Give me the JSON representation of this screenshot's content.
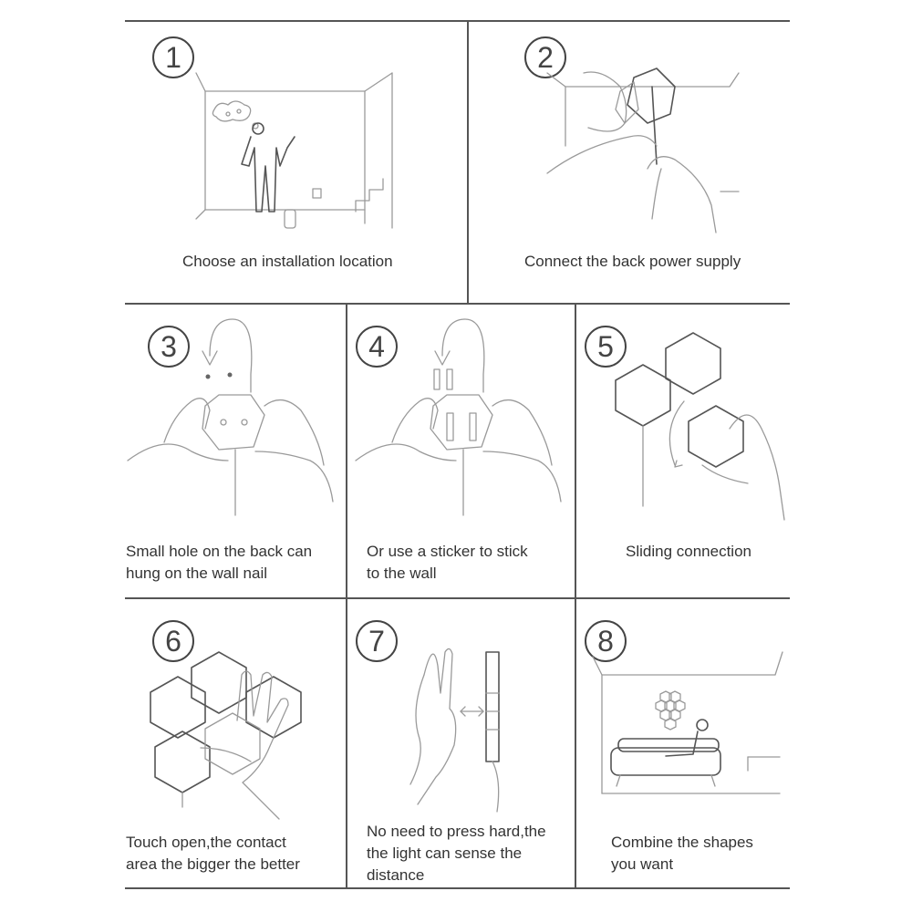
{
  "steps": [
    {
      "number": "1",
      "caption": [
        "Choose an installation location"
      ]
    },
    {
      "number": "2",
      "caption": [
        "Connect the back power supply"
      ]
    },
    {
      "number": "3",
      "caption": [
        "Small hole on the back can",
        "hung on the wall nail"
      ]
    },
    {
      "number": "4",
      "caption": [
        "Or use a sticker to stick",
        "to the wall"
      ]
    },
    {
      "number": "5",
      "caption": [
        "Sliding connection"
      ]
    },
    {
      "number": "6",
      "caption": [
        "Touch open,the contact",
        "area the bigger the better"
      ]
    },
    {
      "number": "7",
      "caption": [
        "No need to press hard,the",
        "the light can sense the",
        "distance"
      ]
    },
    {
      "number": "8",
      "caption": [
        "Combine the shapes",
        "you want"
      ]
    }
  ]
}
